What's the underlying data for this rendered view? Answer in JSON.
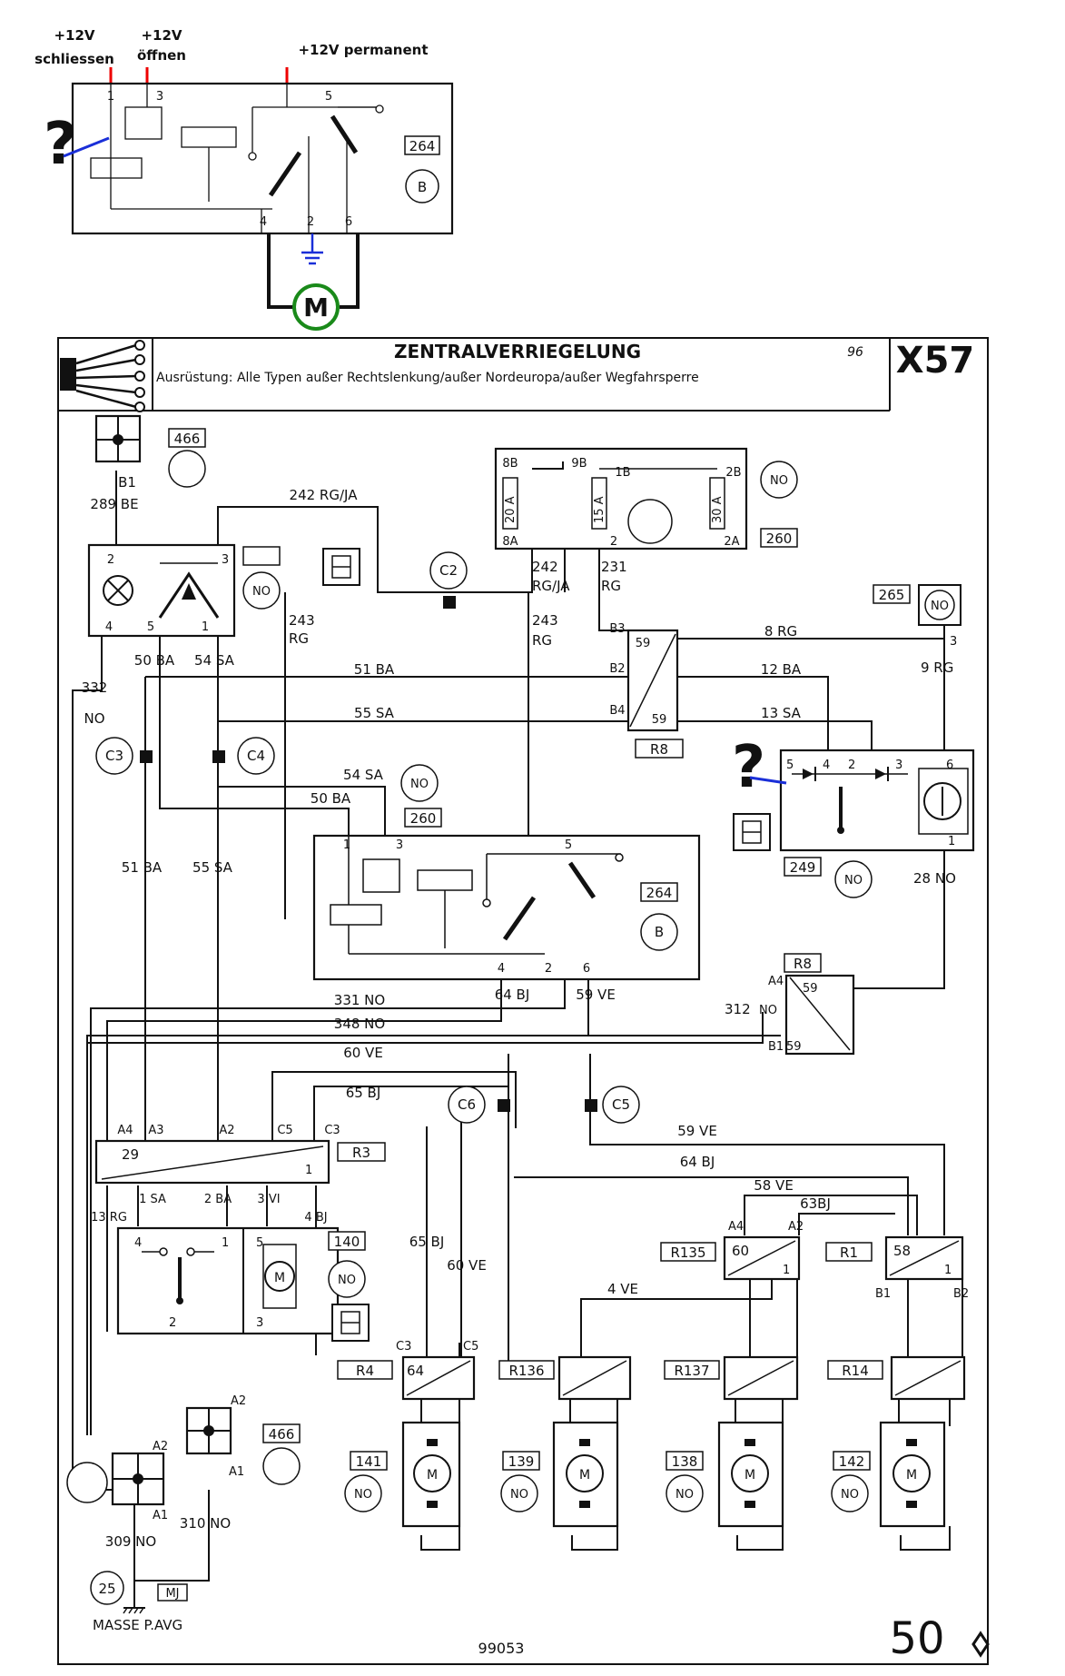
{
  "top_inset": {
    "supply_close": "+12V\nschliessen",
    "supply_close_l1": "+12V",
    "supply_close_l2": "schliessen",
    "supply_open_l1": "+12V",
    "supply_open_l2": "öffnen",
    "supply_permanent": "+12V permanent",
    "question_mark": "?",
    "pins_top": [
      "1",
      "3",
      "5"
    ],
    "pins_bottom": [
      "4",
      "2",
      "6"
    ],
    "module_number": "264",
    "module_letter": "B",
    "motor_label": "M"
  },
  "header": {
    "title": "ZENTRALVERRIEGELUNG",
    "year": "96",
    "page_code": "X57",
    "subtitle": "Ausrüstung: Alle Typen außer Rechtslenkung/außer Nordeuropa/außer Wegfahrsperre"
  },
  "components": {
    "c466_top": "466",
    "b1": "B1",
    "w289": "289 BE",
    "w332": "332",
    "w332no": "NO",
    "switch_pins": [
      "2",
      "3",
      "4",
      "5",
      "1"
    ],
    "no": "NO",
    "fuse_box": {
      "pins": [
        "8B",
        "9B",
        "1B",
        "2B",
        "8A",
        "2",
        "2A"
      ],
      "fuses": [
        "20 A",
        "15 A",
        "30 A"
      ],
      "code": "260"
    },
    "c2": "C2",
    "c3": "C3",
    "c4": "C4",
    "c5": "C5",
    "c6": "C6",
    "c265": "265",
    "c249": "249",
    "c260": "260",
    "c264": "264",
    "b": "B",
    "r8": "R8",
    "r3": "R3",
    "r4": "R4",
    "r1": "R1",
    "r14": "R14",
    "r135": "R135",
    "r136": "R136",
    "r137": "R137",
    "c140": "140",
    "c466_bot": "466",
    "motors": [
      "141",
      "139",
      "138",
      "142"
    ],
    "ground": "25",
    "ground_label": "MASSE P.AVG",
    "mj": "MJ",
    "question_mark": "?"
  },
  "wires": {
    "w242top": "242 RG/JA",
    "w242": "242",
    "w242b": "RG/JA",
    "w231": "231",
    "w231b": "RG",
    "w243a": "243",
    "w243ab": "RG",
    "w243b": "243",
    "w243bb": "RG",
    "w51": "51 BA",
    "w55": "55 SA",
    "w8": "8  RG",
    "w12": "12 BA",
    "w13": "13 SA",
    "w9": "9  RG",
    "w28": "28  NO",
    "w50ba": "50 BA",
    "w54sa": "54 SA",
    "w54sa2": "54 SA",
    "w50ba2": "50 BA",
    "w51v": "51 BA",
    "w55v": "55 SA",
    "w331": "331 NO",
    "w348": "348 NO",
    "w64": "64  BJ",
    "w59": "59  VE",
    "w312": "312",
    "w60": "60 VE",
    "w65": "65 BJ",
    "w59b": "59 VE",
    "w64b": "64 BJ",
    "w58": "58 VE",
    "w63": "63BJ",
    "w13rg": "13 RG",
    "w1sa": "1 SA",
    "w2ba": "2 BA",
    "w3vi": "3  VI",
    "w4bj": "4  BJ",
    "w65v": "65  BJ",
    "w60v": "60  VE",
    "w4ve": "4  VE",
    "w309": "309 NO",
    "w310": "310 NO"
  },
  "footer": {
    "doc_number": "99053",
    "page_number": "50"
  }
}
